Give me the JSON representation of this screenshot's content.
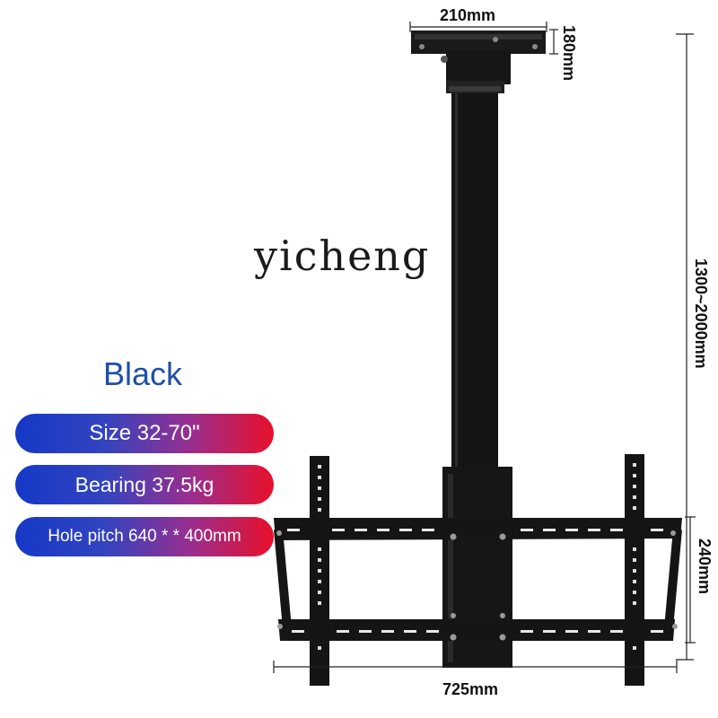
{
  "dimensions": {
    "plate_width": "210mm",
    "plate_depth": "180mm",
    "pole_length": "1300~2000mm",
    "bracket_height": "240mm",
    "bracket_width": "725mm"
  },
  "watermark": "yicheng",
  "color_label": "Black",
  "specs": [
    "Size 32-70\"",
    "Bearing 37.5kg",
    "Hole pitch 640 * * 400mm"
  ],
  "palette": {
    "metal": "#161616",
    "label_blue": "#1f4fa6",
    "pill_start": "#1538c7",
    "pill_end": "#e8102a"
  }
}
